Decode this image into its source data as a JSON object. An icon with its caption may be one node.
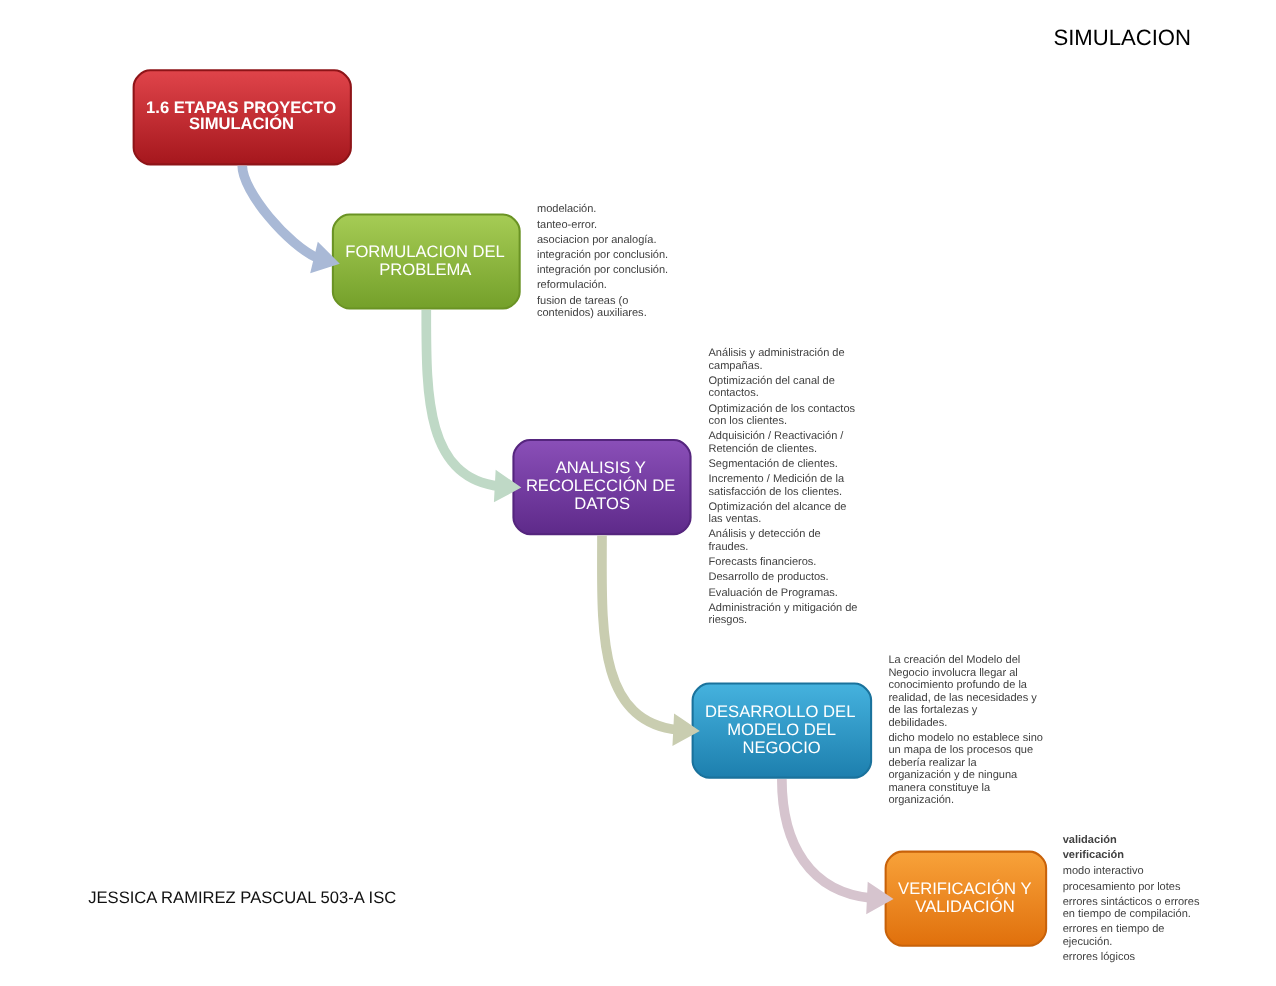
{
  "diagram": {
    "title": "SIMULACION",
    "nodes": [
      {
        "text": [
          "1.6 ETAPAS PROYECTO SIMULACIÓN"
        ]
      },
      {
        "text": [
          "FORMULACION DEL PROBLEMA"
        ],
        "beside": [
          "modelación.",
          "tanteo-error.",
          "asociacion por analogía.",
          "integración por conclusión.",
          "integración por conclusión.",
          "reformulación.",
          "fusion de tareas (o contenidos) auxiliares."
        ]
      },
      {
        "text": [
          "ANALISIS Y RECOLECCIÓN DE DATOS"
        ],
        "beside": [
          "Análisis y administración de campañas.",
          "Optimización del canal de contactos.",
          "Optimización de los contactos con los clientes.",
          "Adquisición / Reactivación / Retención de clientes.",
          "Segmentación de clientes.",
          "Incremento / Medición de la satisfacción de los clientes.",
          "Optimización del alcance de las ventas.",
          "Análisis y detección de fraudes.",
          "Forecasts financieros.",
          "Desarrollo de productos.",
          "Evaluación de Programas.",
          "Administración y mitigación de riesgos."
        ]
      },
      {
        "text": [
          "DESARROLLO DEL MODELO DEL NEGOCIO"
        ],
        "beside": [
          "La creación del Modelo del Negocio involucra llegar al conocimiento profundo de la realidad, de las necesidades y de las fortalezas y debilidades.",
          "dicho modelo no establece sino un mapa de los procesos que debería realizar la organización y de ninguna manera constituye la organización."
        ]
      },
      {
        "text": [
          "VERIFICACIÓN Y VALIDACIÓN"
        ],
        "beside": [
          "validación",
          "verificación",
          "modo interactivo",
          "procesamiento por lotes",
          "errores sintácticos o errores en tiempo de compilación.",
          "errores en tiempo de ejecución.",
          "errores lógicos"
        ]
      }
    ],
    "edges": [
      {
        "from": 0,
        "to": 1,
        "arrow": "to",
        "color": "#a9b9d6"
      },
      {
        "from": 1,
        "to": 2,
        "arrow": "to",
        "color": "#bfd9c6"
      },
      {
        "from": 2,
        "to": 3,
        "arrow": "to",
        "color": "#c9cdb0"
      },
      {
        "from": 3,
        "to": 4,
        "arrow": "to",
        "color": "#d6c4ce"
      }
    ],
    "labels": [
      "JESSICA RAMIREZ PASCUAL 503-A ISC"
    ]
  }
}
